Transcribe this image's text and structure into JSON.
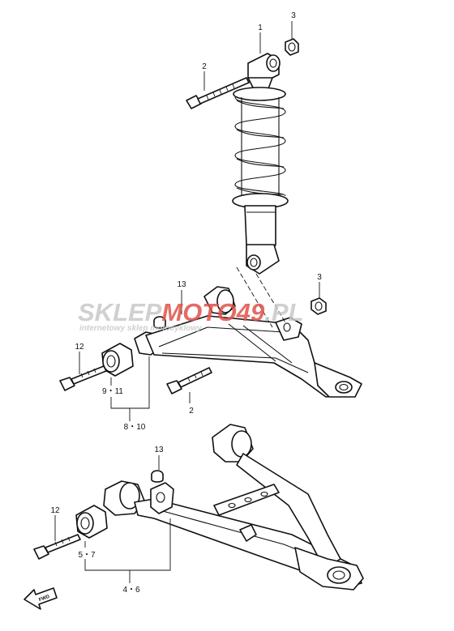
{
  "watermark": {
    "brand_a": "SKLEP",
    "brand_b": "MOTO",
    "brand_c": "49",
    "brand_d": ".PL",
    "tagline": "internetowy sklep motocyklowy"
  },
  "callouts": {
    "c1": "1",
    "c2_top": "2",
    "c3_top": "3",
    "c13_upper": "13",
    "c3_mid": "3",
    "c12_upper": "12",
    "c9_11": "9・11",
    "c2_mid": "2",
    "c8_10": "8・10",
    "c13_lower": "13",
    "c12_lower": "12",
    "c5_7": "5・7",
    "c4_6": "4・6"
  },
  "fwd_label": "FWD",
  "colors": {
    "line": "#111111",
    "watermark_gray": "#c8c8c8",
    "watermark_red": "#e0524a"
  }
}
